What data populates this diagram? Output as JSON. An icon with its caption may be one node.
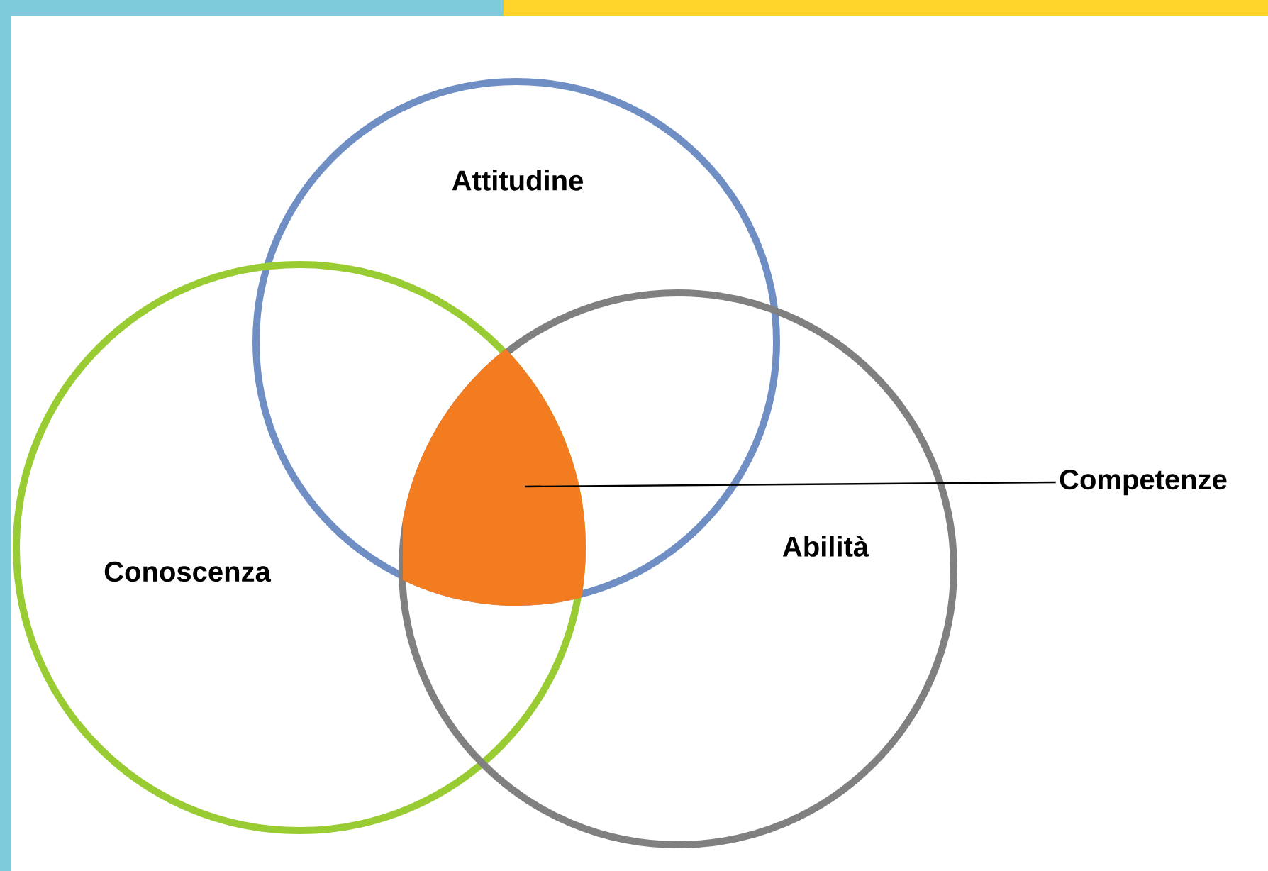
{
  "diagram": {
    "nodes": [
      {
        "text": [
          "Attitudine"
        ]
      },
      {
        "text": [
          "Conoscenza"
        ]
      },
      {
        "text": [
          "Abilità"
        ]
      },
      {
        "text": [],
        "shape": "lens"
      },
      {
        "text": [
          "Competenze"
        ]
      }
    ],
    "edges": [
      {
        "from": 4,
        "to": 3,
        "arrow": "none"
      }
    ]
  }
}
